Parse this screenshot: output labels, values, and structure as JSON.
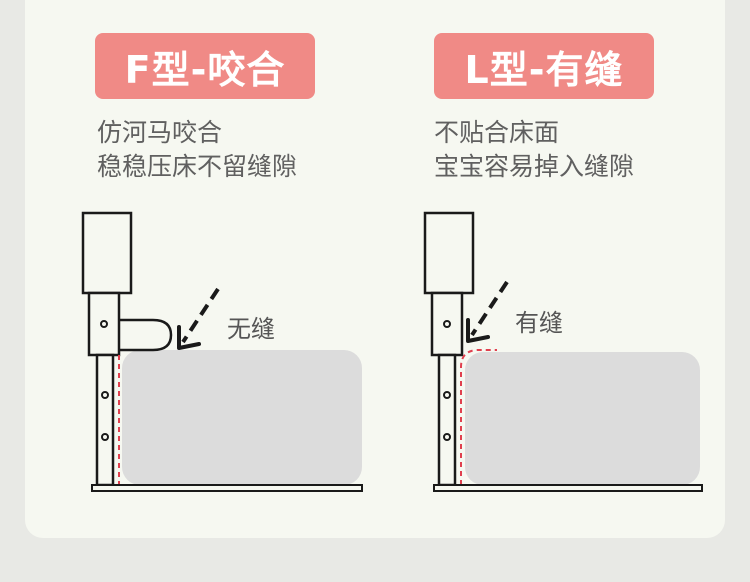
{
  "left_panel": {
    "title": "F型-咬合",
    "desc_line1": "仿河马咬合",
    "desc_line2": "稳稳压床不留缝隙",
    "gap_label": "无缝"
  },
  "right_panel": {
    "title": "L型-有缝",
    "desc_line1": "不贴合床面",
    "desc_line2": "宝宝容易掉入缝隙",
    "gap_label": "有缝"
  },
  "colors": {
    "badge": "#f08a86",
    "card": "#f6f8f1",
    "mattress": "#dcdcdc",
    "gap_dash": "#e0404f",
    "outline": "#1a1a1a"
  }
}
